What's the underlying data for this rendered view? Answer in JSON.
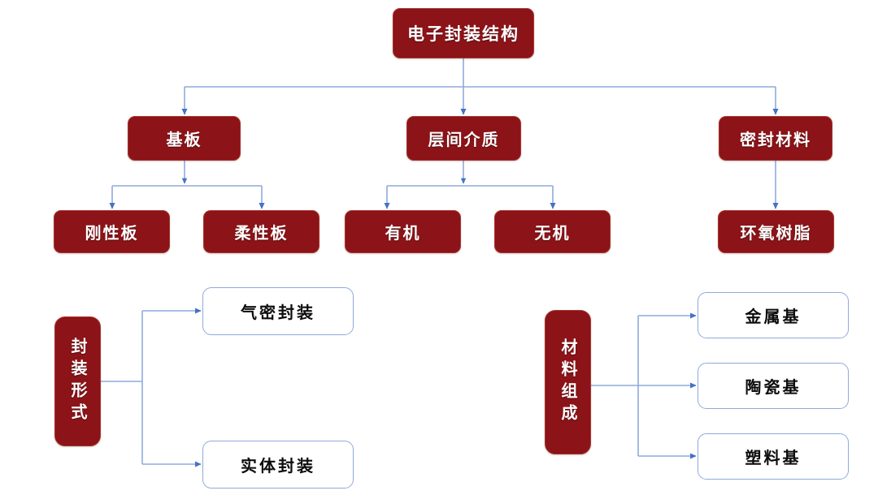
{
  "diagram": {
    "type": "hierarchy-tree",
    "colors": {
      "node_fill": "#8C1317",
      "node_border": "#A8342C",
      "node_text": "#FFFFFF",
      "outline_border": "#8FAADC",
      "outline_text": "#0D0D0D",
      "connector": "#8FAADC",
      "connector_arrow": "#4472C4",
      "background": "#FFFFFF"
    },
    "tree": {
      "root": {
        "label": "电子封装结构"
      },
      "level2": [
        {
          "label": "基板"
        },
        {
          "label": "层间介质"
        },
        {
          "label": "密封材料"
        }
      ],
      "level3": [
        {
          "label": "刚性板",
          "parent": "基板"
        },
        {
          "label": "柔性板",
          "parent": "基板"
        },
        {
          "label": "有机",
          "parent": "层间介质"
        },
        {
          "label": "无机",
          "parent": "层间介质"
        },
        {
          "label": "环氧树脂",
          "parent": "密封材料"
        }
      ]
    },
    "groups": [
      {
        "name": "packaging-form",
        "label": "封装形式",
        "orientation": "vertical",
        "children": [
          {
            "label": "气密封装"
          },
          {
            "label": "实体封装"
          }
        ]
      },
      {
        "name": "material-composition",
        "label": "材料组成",
        "orientation": "vertical",
        "children": [
          {
            "label": "金属基"
          },
          {
            "label": "陶瓷基"
          },
          {
            "label": "塑料基"
          }
        ]
      }
    ]
  }
}
